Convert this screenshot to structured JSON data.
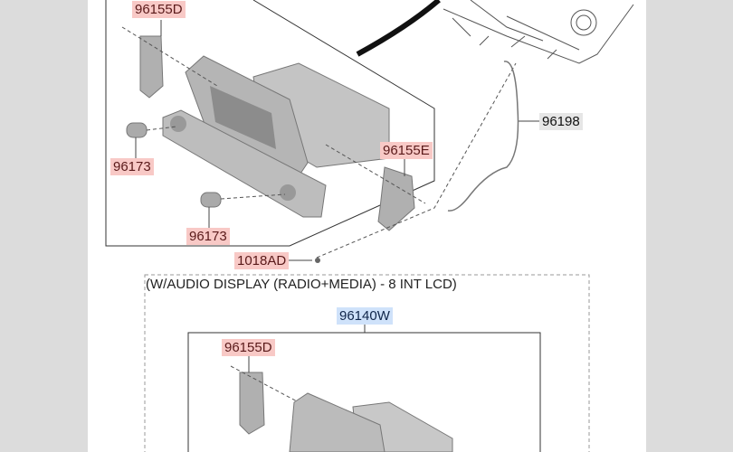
{
  "labels": {
    "bracket_left_top": "96155D",
    "knob_1": "96173",
    "knob_2": "96173",
    "bracket_right": "96155E",
    "screw": "1018AD",
    "antenna_cable": "96198",
    "variant_note": "(W/AUDIO DISPLAY (RADIO+MEDIA) - 8 INT LCD)",
    "assembly": "96140W",
    "bracket_left_bottom": "96155D"
  },
  "colors": {
    "label_red": "#f8c9c6",
    "label_blue": "#cfe2fa",
    "label_gray": "#e6e6e6"
  }
}
